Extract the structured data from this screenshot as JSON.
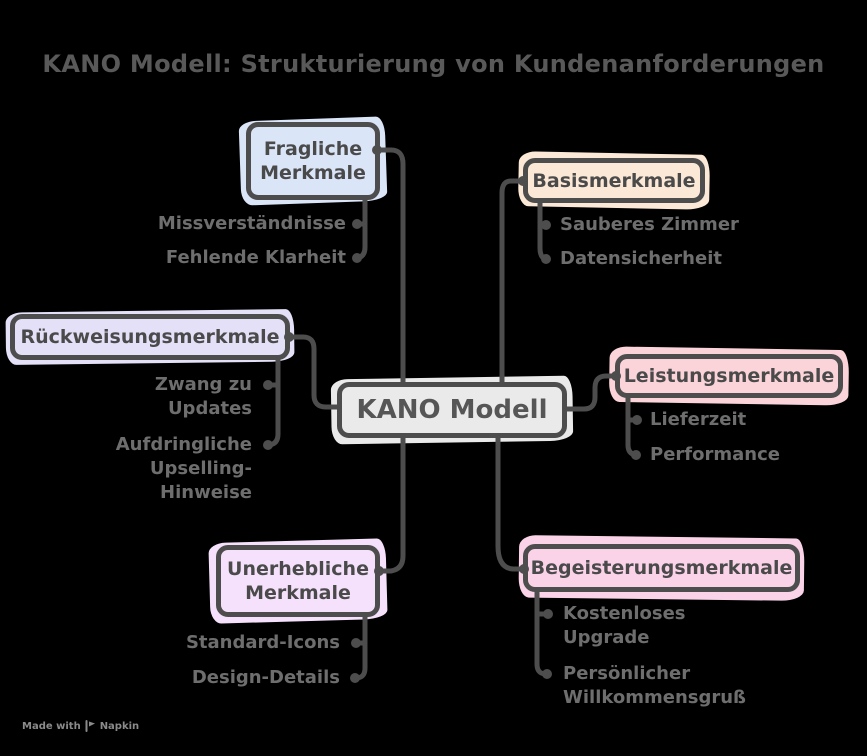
{
  "title": "KANO Modell: Strukturierung von Kundenanforderungen",
  "center": {
    "label": "KANO Modell",
    "fill": "#eaeaea"
  },
  "branches": [
    {
      "id": "fragliche-merkmale",
      "label": "Fragliche\nMerkmale",
      "fill": "#dbe5f8",
      "items": [
        "Missverständnisse",
        "Fehlende Klarheit"
      ]
    },
    {
      "id": "basismerkmale",
      "label": "Basismerkmale",
      "fill": "#fce8d6",
      "items": [
        "Sauberes Zimmer",
        "Datensicherheit"
      ]
    },
    {
      "id": "rueckweisungsmerkmale",
      "label": "Rückweisungsmerkmale",
      "fill": "#e4e0f8",
      "items": [
        "Zwang zu\nUpdates",
        "Aufdringliche\nUpselling-\nHinweise"
      ]
    },
    {
      "id": "leistungsmerkmale",
      "label": "Leistungsmerkmale",
      "fill": "#fbd4d9",
      "items": [
        "Lieferzeit",
        "Performance"
      ]
    },
    {
      "id": "unerhebliche-merkmale",
      "label": "Unerhebliche\nMerkmale",
      "fill": "#f5e1fb",
      "items": [
        "Standard-Icons",
        "Design-Details"
      ]
    },
    {
      "id": "begeisterungsmerkmale",
      "label": "Begeisterungsmerkmale",
      "fill": "#fbd3e9",
      "items": [
        "Kostenloses\nUpgrade",
        "Persönlicher\nWillkommensgruß"
      ]
    }
  ],
  "footer": {
    "made_with": "Made with",
    "brand": "Napkin"
  },
  "colors": {
    "background": "#000000",
    "line": "#4d4d4d",
    "title_text": "#595959",
    "heading_text": "#4a4a4a",
    "item_text": "#6e6e6e",
    "watermark_text": "#8a8a8a",
    "center_fill": "#eaeaea"
  }
}
